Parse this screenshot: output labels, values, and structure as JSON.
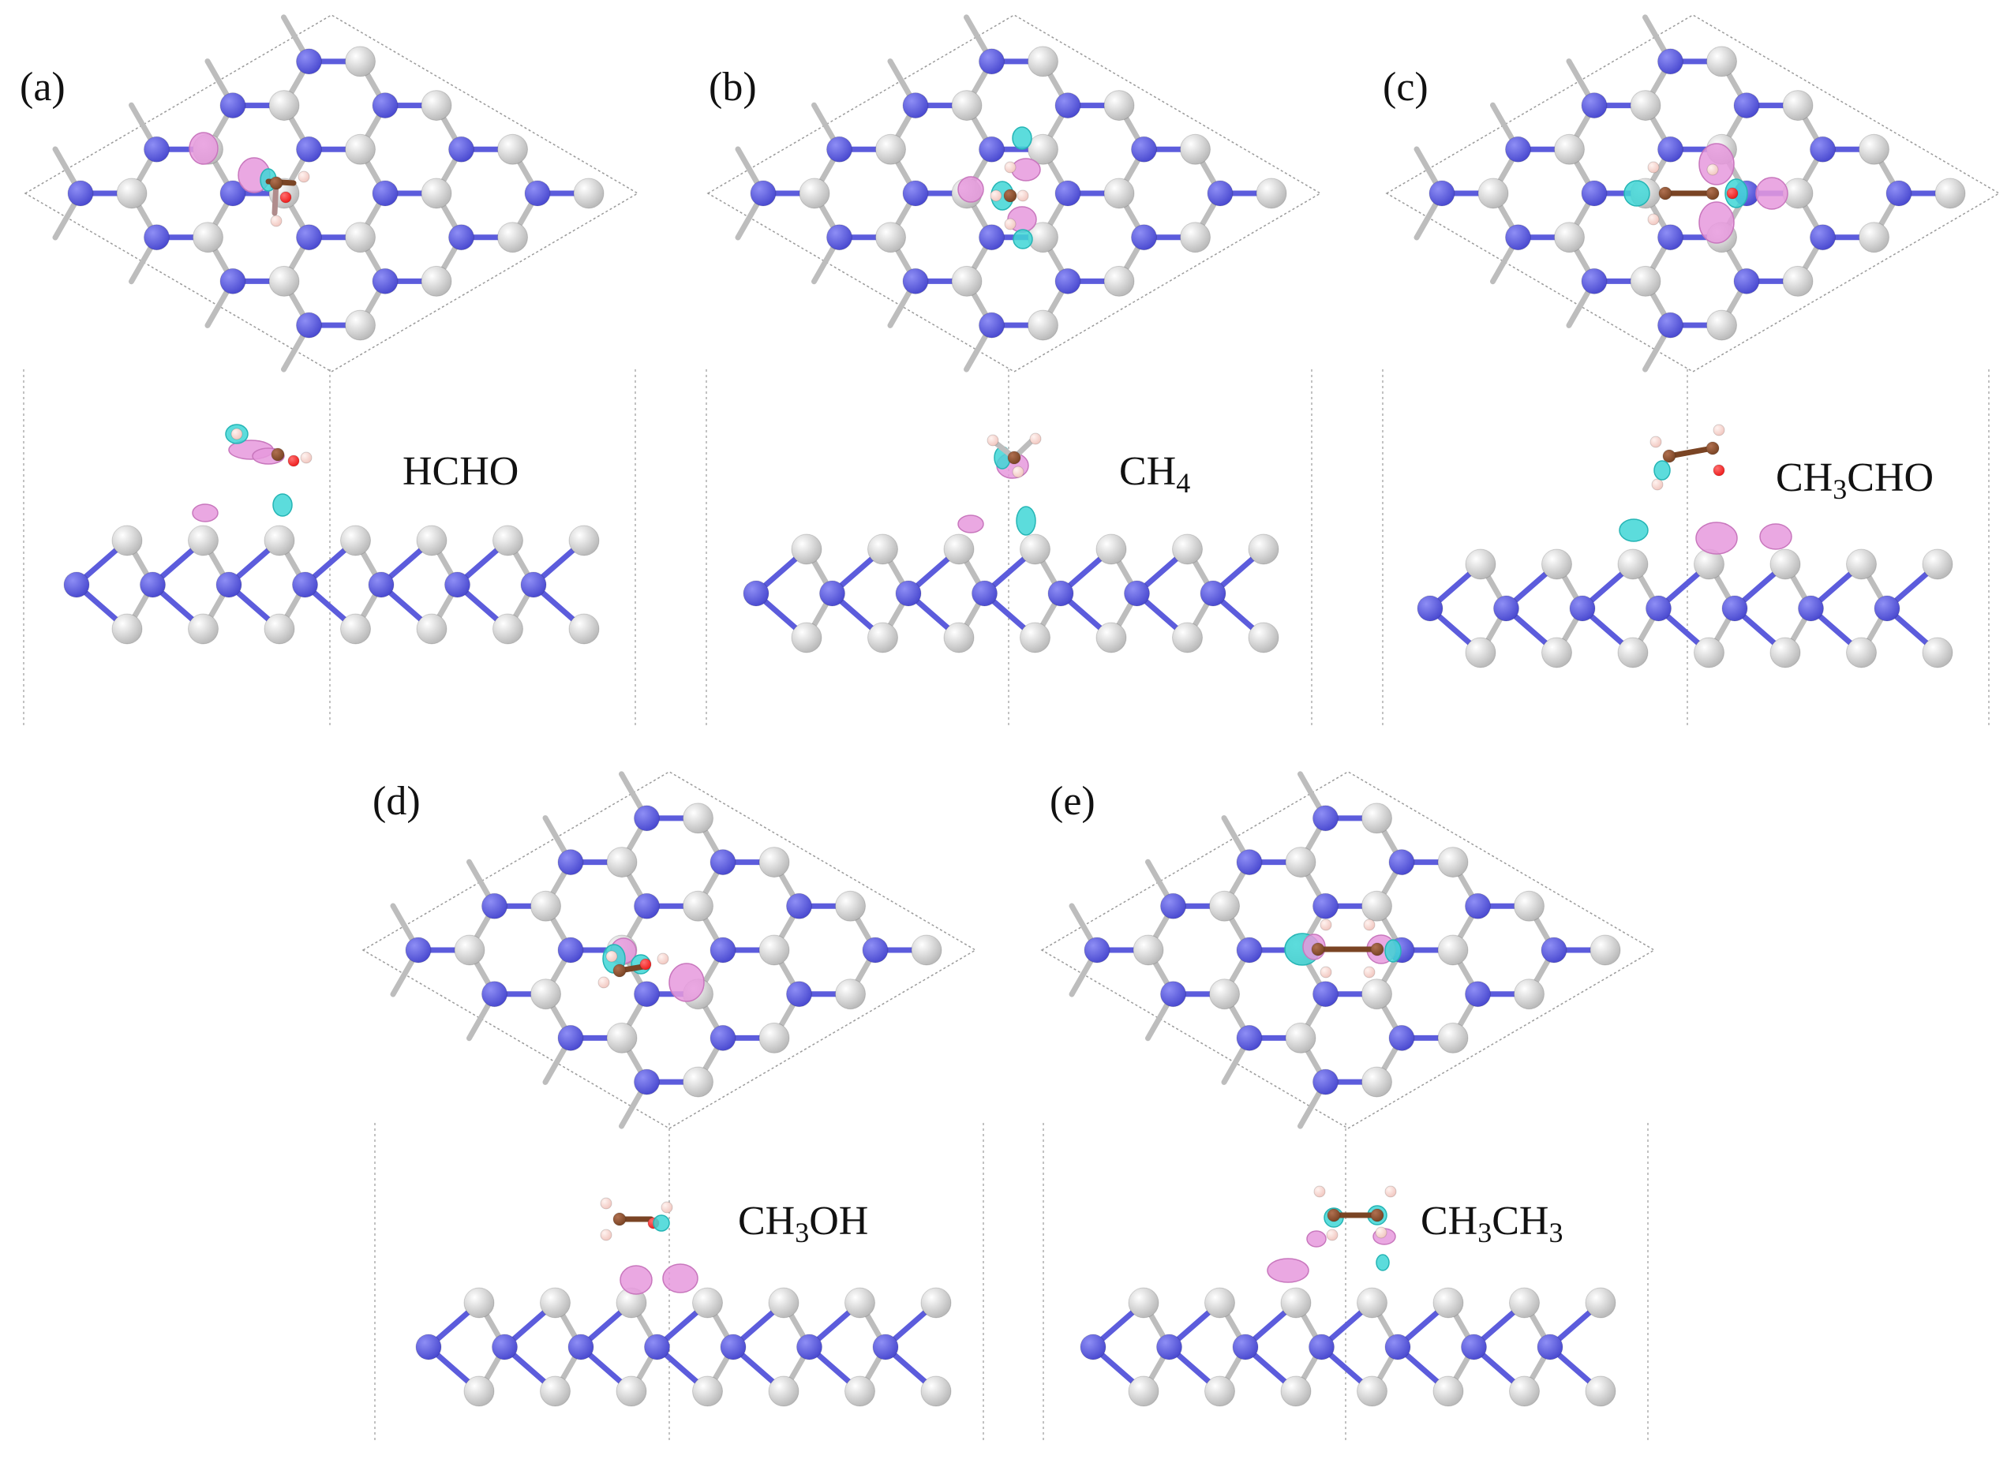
{
  "colors": {
    "nitrogen": "#4a4ad0",
    "boron": "#d2d2d2",
    "bond_n": "#5c5cdc",
    "bond_b": "#bdbdbd",
    "cell_border": "#9a9a9a",
    "positive_density": "#e699dd",
    "negative_density": "#3fd6d6",
    "hydrogen": "#f1c7c0",
    "carbon": "#7a4424",
    "oxygen": "#ee1c1c"
  },
  "panels": [
    {
      "id": "a",
      "label": "(a)",
      "molecule": {
        "base": "HCHO",
        "sub": "",
        "tail": "",
        "sub2": ""
      },
      "type": "planar"
    },
    {
      "id": "b",
      "label": "(b)",
      "molecule": {
        "base": "CH",
        "sub": "4",
        "tail": "",
        "sub2": ""
      },
      "type": "vertical"
    },
    {
      "id": "c",
      "label": "(c)",
      "molecule": {
        "base": "CH",
        "sub": "3",
        "tail": "CHO",
        "sub2": ""
      },
      "type": "chain-o"
    },
    {
      "id": "d",
      "label": "(d)",
      "molecule": {
        "base": "CH",
        "sub": "3",
        "tail": "OH",
        "sub2": ""
      },
      "type": "chain-oh"
    },
    {
      "id": "e",
      "label": "(e)",
      "molecule": {
        "base": "CH",
        "sub": "3",
        "tail": "CH",
        "sub2": "3"
      },
      "type": "chain-c"
    }
  ]
}
